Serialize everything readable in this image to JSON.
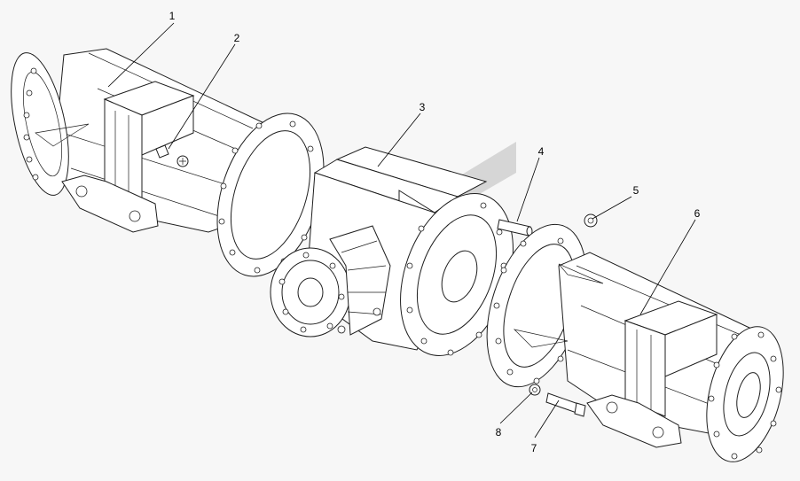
{
  "diagram": {
    "callouts": [
      {
        "id": "1",
        "label": "1"
      },
      {
        "id": "2",
        "label": "2"
      },
      {
        "id": "3",
        "label": "3"
      },
      {
        "id": "4",
        "label": "4"
      },
      {
        "id": "5",
        "label": "5"
      },
      {
        "id": "6",
        "label": "6"
      },
      {
        "id": "7",
        "label": "7"
      },
      {
        "id": "8",
        "label": "8"
      }
    ],
    "watermark_color": "#d6d6d6"
  }
}
